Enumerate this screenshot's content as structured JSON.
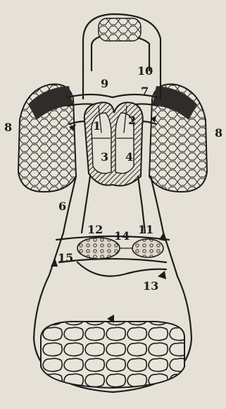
{
  "colors": {
    "paper": "#e6e1d7",
    "ink": "#1e1d1b",
    "hatch": "#3a3733"
  },
  "labels": {
    "n1": "1",
    "n2": "2",
    "n3": "3",
    "n4": "4",
    "n6": "6",
    "n8_left": "8",
    "n8_right": "8",
    "n9": "9",
    "n10": "10",
    "n7": "7",
    "n11": "11",
    "n12": "12",
    "n13": "13",
    "n14": "14",
    "n15": "15"
  }
}
